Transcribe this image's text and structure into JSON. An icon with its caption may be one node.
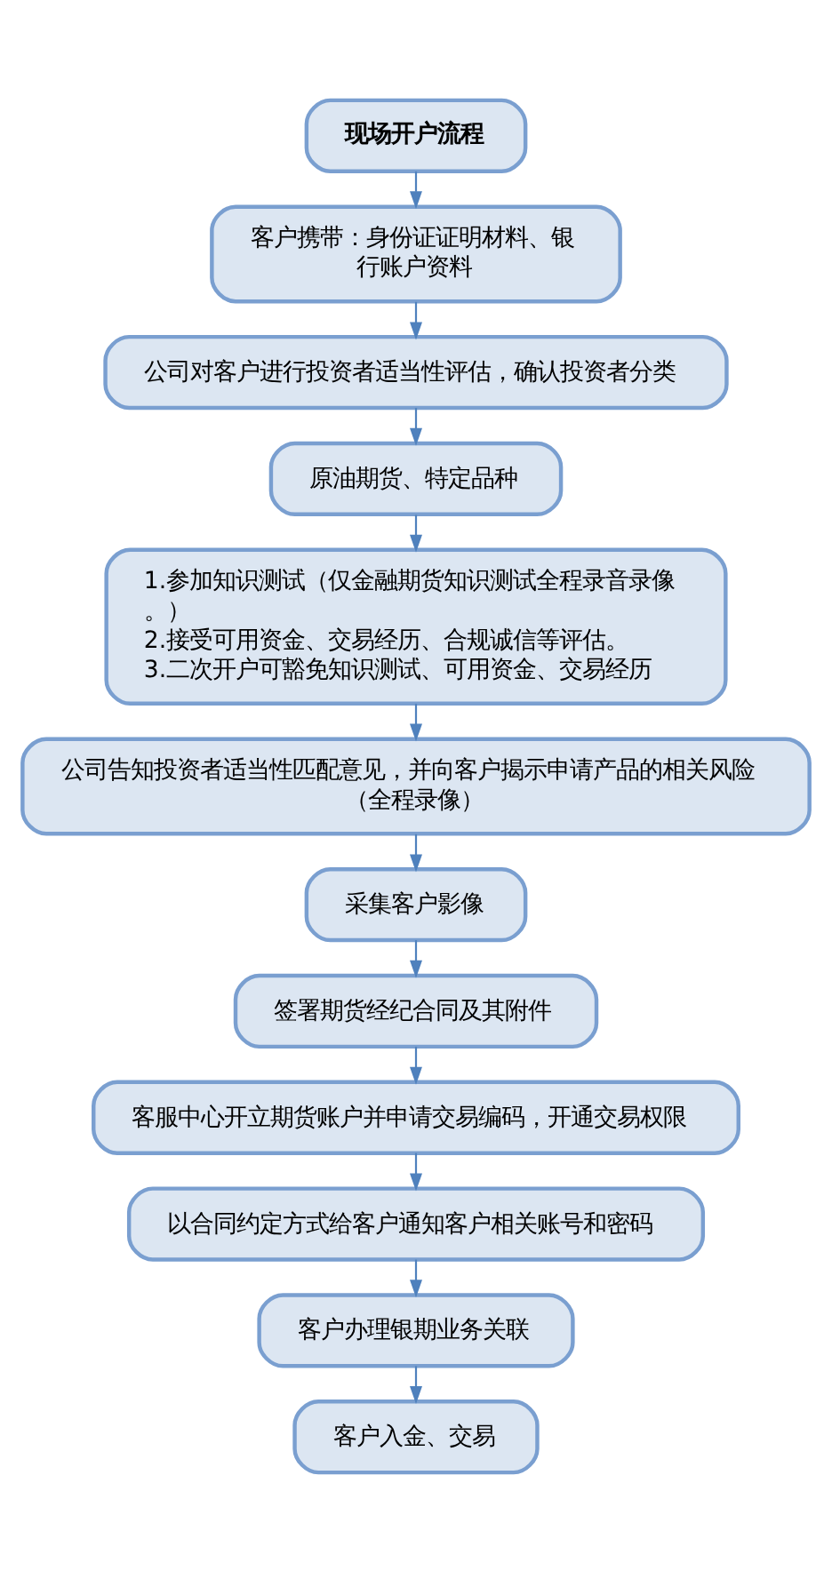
{
  "diagram": {
    "nodes": [
      {
        "text": [
          "现场开户流程"
        ]
      },
      {
        "text": [
          "客户携带：身份证证明材料、银行账户资料"
        ]
      },
      {
        "text": [
          "公司对客户进行投资者适当性评估，确认投资者分类"
        ]
      },
      {
        "text": [
          "原油期货、特定品种"
        ]
      },
      {
        "text": [
          "1.参加知识测试（仅金融期货知识测试全程录音录像。）",
          "2.接受可用资金、交易经历、合规诚信等评估。",
          "3.二次开户可豁免知识测试、可用资金、交易经历"
        ]
      },
      {
        "text": [
          "公司告知投资者适当性匹配意见，并向客户揭示申请产品的相关风险（全程录像）"
        ]
      },
      {
        "text": [
          "采集客户影像"
        ]
      },
      {
        "text": [
          "签署期货经纪合同及其附件"
        ]
      },
      {
        "text": [
          "客服中心开立期货账户并申请交易编码，开通交易权限"
        ]
      },
      {
        "text": [
          "以合同约定方式给客户通知客户相关账号和密码"
        ]
      },
      {
        "text": [
          "客户办理银期业务关联"
        ]
      },
      {
        "text": [
          "客户入金、交易"
        ]
      }
    ],
    "edges": [
      {
        "from": 0,
        "to": 1,
        "arrow": "to"
      },
      {
        "from": 1,
        "to": 2,
        "arrow": "to"
      },
      {
        "from": 2,
        "to": 3,
        "arrow": "to"
      },
      {
        "from": 3,
        "to": 4,
        "arrow": "to"
      },
      {
        "from": 4,
        "to": 5,
        "arrow": "to"
      },
      {
        "from": 5,
        "to": 6,
        "arrow": "to"
      },
      {
        "from": 6,
        "to": 7,
        "arrow": "to"
      },
      {
        "from": 7,
        "to": 8,
        "arrow": "to"
      },
      {
        "from": 8,
        "to": 9,
        "arrow": "to"
      },
      {
        "from": 9,
        "to": 10,
        "arrow": "to"
      },
      {
        "from": 10,
        "to": 11,
        "arrow": "to"
      }
    ]
  }
}
